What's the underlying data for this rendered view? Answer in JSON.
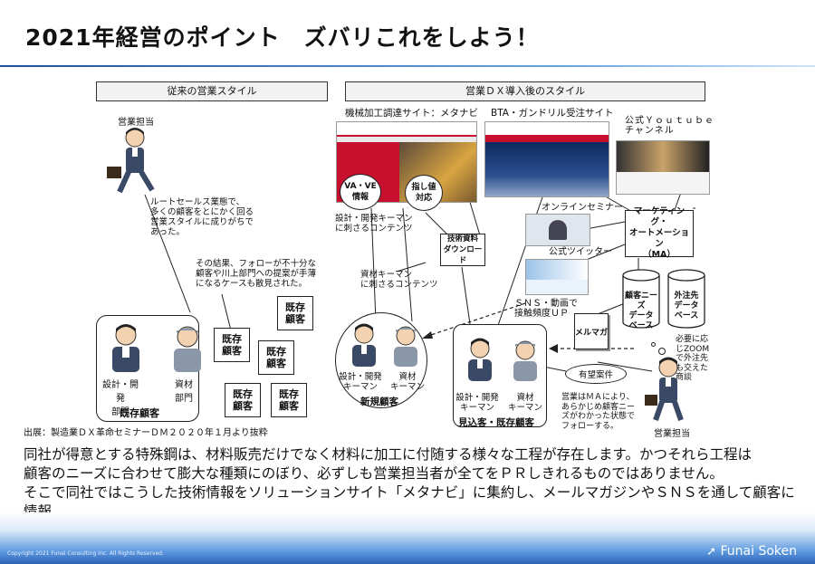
{
  "title": "2021年経営のポイント　ズバリこれをしよう！",
  "left_header": "従来の営業スタイル",
  "right_header": "営業ＤＸ導入後のスタイル",
  "sales_person_top": "営業担当",
  "route_sales_text": "ルートセールス業態で、\n多くの顧客をとにかく回る\n営業スタイルに成りがちで\nあった。",
  "result_text": "その結果、フォローが不十分な\n顧客や川上部門への提案が手薄\nになるケースも散見された。",
  "kizon_label": "既存\n顧客",
  "existing_panel": {
    "left": "設計・開発\n部門",
    "right": "資材\n部門",
    "title": "既存顧客"
  },
  "site1_caption": "機械加工調達サイト：メタナビ",
  "site2_caption": "BTA・ガンドリル受注サイト",
  "youtube_caption": "公式Ｙｏｕｔｕｂｅ\nチャンネル",
  "va_ve": "VA・VE\n情報",
  "sashi": "指し値\n対応",
  "tech_dl": "技術資料\nダウンロード",
  "design_contents": "設計・開発キーマン\nに刺さるコンテンツ",
  "material_contents": "資材キーマン\nに刺さるコンテンツ",
  "seminar": "オンラインセミナー",
  "twitter": "公式ツイッター",
  "sns_text": "ＳＮＳ・動画で\n接触頻度ＵＰ",
  "ma_box": "マーケティング・\nオートメーション\n（MA）",
  "db_left": "顧客ニーズ\nデータ\nベース",
  "db_right": "外注先\nデータ\nベース",
  "mailmag": "メルマガ",
  "new_panel": {
    "left": "設計・開発\nキーマン",
    "right": "資材\nキーマン",
    "title": "新規顧客"
  },
  "mikomi_panel": {
    "left": "設計・開発\nキーマン",
    "right": "資材\nキーマン",
    "title": "見込客・既存顧客"
  },
  "yobo": "有望案件",
  "zoom_text": "必要に応\nじZOOM\nで外注先\nも交えた\n商談",
  "ma_note": "営業はＭＡにより、\nあらかじめ顧客ニー\nズがわかった状態で\nフォローする。",
  "sales_person_bottom": "営業担当",
  "source": "出展：製造業ＤＸ革命セミナーＤＭ２０２０年１月より抜粋",
  "body_text": "同社が得意とする特殊鋼は、材料販売だけでなく材料に加工に付随する様々な工程が存在します。かつそれら工程は\n顧客のニーズに合わせて膨大な種類にのぼり、必ずしも営業担当者が全てをＰＲしきれるものではありません。\nそこで同社ではこうした技術情報をソリューションサイト「メタナビ」に集約し、メールマガジンやＳＮＳを通して顧客に情報\n発信を行っています。",
  "copyright": "Copyright 2021  Funai Consulting Inc. All  Rights  Reserved.",
  "brand": "Funai Soken",
  "colors": {
    "accent_blue": "#1b4f9c",
    "site_red": "#c8102e",
    "footer_blue": "#2c63b5"
  }
}
